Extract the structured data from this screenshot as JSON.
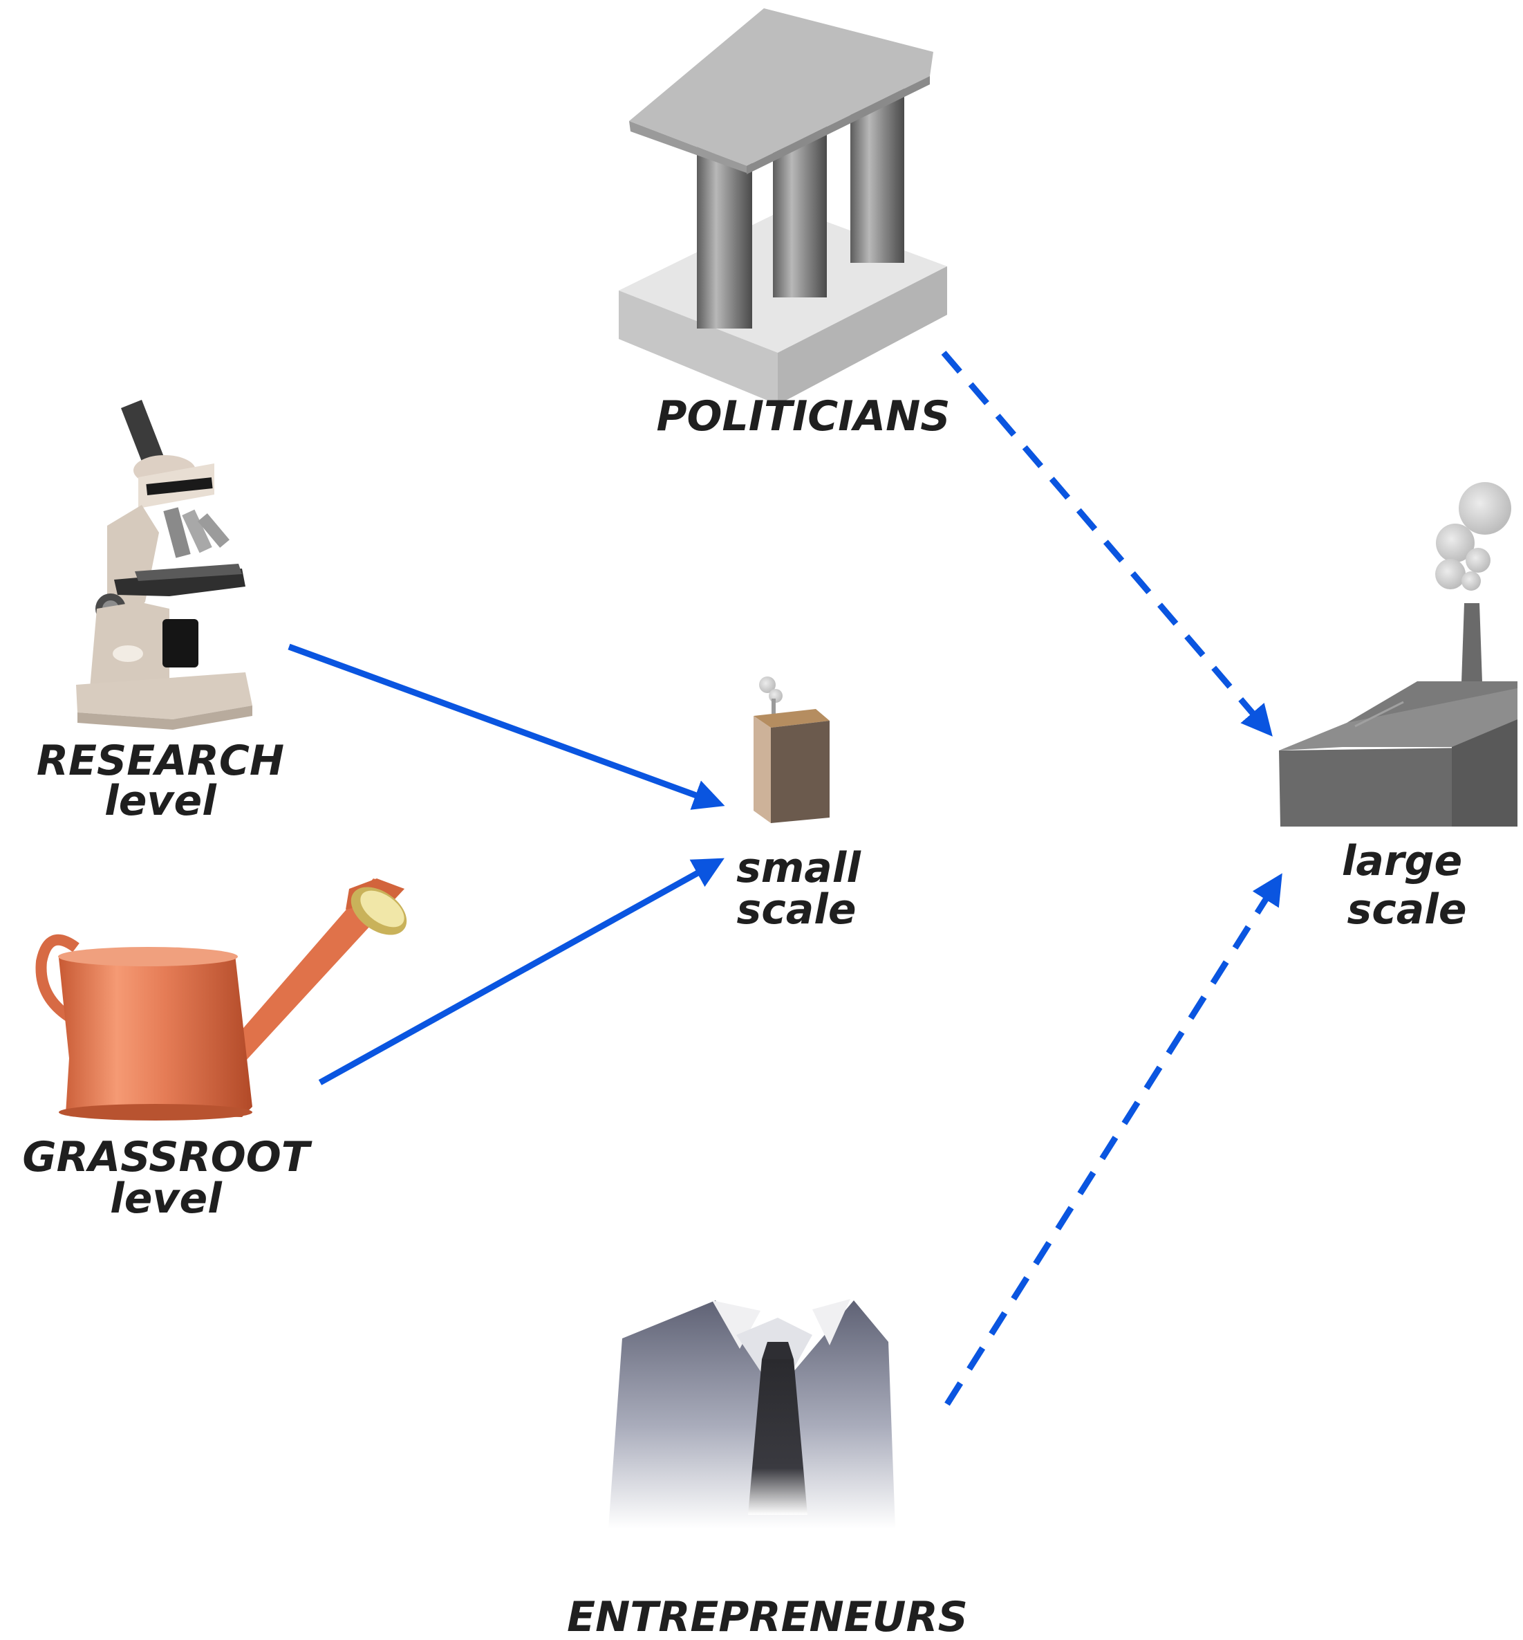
{
  "nodes": {
    "politicians": {
      "label": "POLITICIANS",
      "icon": "parliament-columns-icon"
    },
    "research": {
      "label_line1": "RESEARCH",
      "label_line2": "level",
      "icon": "microscope-icon"
    },
    "grassroot": {
      "label_line1": "GRASSROOT",
      "label_line2": "level",
      "icon": "watering-can-icon"
    },
    "small_scale": {
      "label_line1": "small",
      "label_line2": "scale",
      "icon": "small-chimney-box-icon"
    },
    "large_scale": {
      "label_line1": "large",
      "label_line2": "scale",
      "icon": "factory-icon"
    },
    "entrepreneurs": {
      "label": "ENTREPRENEURS",
      "icon": "suit-and-tie-icon"
    }
  },
  "edges": [
    {
      "from": "research",
      "to": "small_scale",
      "style": "solid"
    },
    {
      "from": "grassroot",
      "to": "small_scale",
      "style": "solid"
    },
    {
      "from": "politicians",
      "to": "large_scale",
      "style": "dashed"
    },
    {
      "from": "entrepreneurs",
      "to": "large_scale",
      "style": "dashed"
    }
  ],
  "colors": {
    "arrow": "#0a55e0",
    "label": "#1f1f1f",
    "can": "#e07d55",
    "factory": "#6e6e6e",
    "box": "#7a6656"
  }
}
